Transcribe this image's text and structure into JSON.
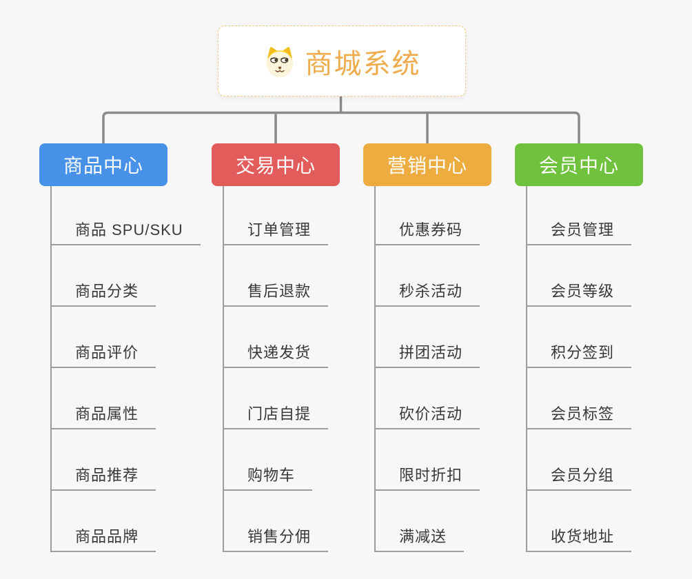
{
  "root": {
    "title": "商城系统",
    "icon": "dog-face-icon",
    "title_color": "#efac4e",
    "border_color": "#f4c97f"
  },
  "branches": [
    {
      "label": "商品中心",
      "color": "#4791e9",
      "children": [
        "商品 SPU/SKU",
        "商品分类",
        "商品评价",
        "商品属性",
        "商品推荐",
        "商品品牌"
      ]
    },
    {
      "label": "交易中心",
      "color": "#e35c5c",
      "children": [
        "订单管理",
        "售后退款",
        "快递发货",
        "门店自提",
        "购物车",
        "销售分佣"
      ]
    },
    {
      "label": "营销中心",
      "color": "#ecac40",
      "children": [
        "优惠券码",
        "秒杀活动",
        "拼团活动",
        "砍价活动",
        "限时折扣",
        "满减送"
      ]
    },
    {
      "label": "会员中心",
      "color": "#6fc13e",
      "children": [
        "会员管理",
        "会员等级",
        "积分签到",
        "会员标签",
        "会员分组",
        "收货地址"
      ]
    }
  ],
  "colors": {
    "background": "#f7f7f7",
    "connector": "#8a8a8a",
    "child_line": "#9c9c9c",
    "child_text": "#383838"
  }
}
